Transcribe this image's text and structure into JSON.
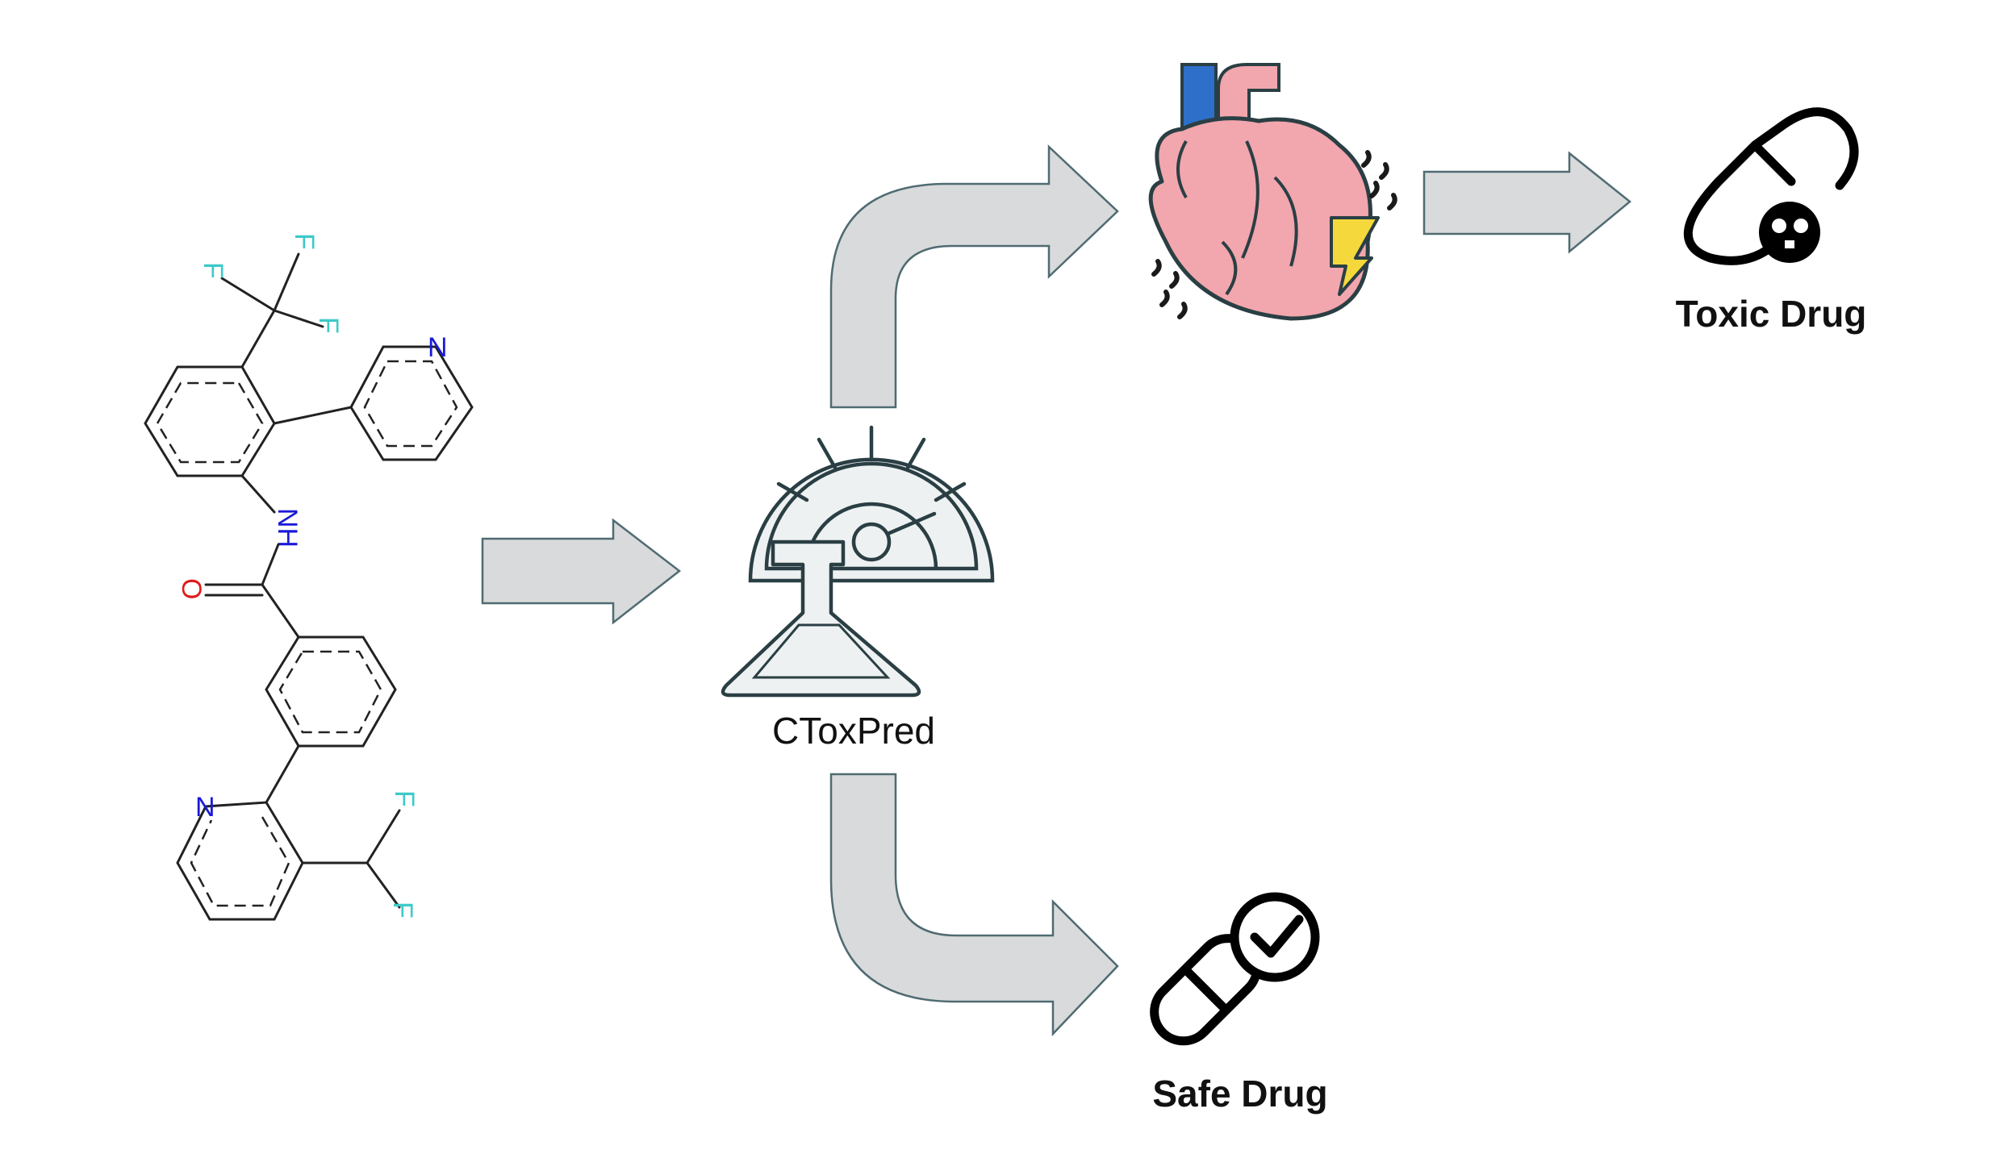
{
  "molecule": {
    "atoms": {
      "f_top_right": "F",
      "f_top_left": "F",
      "f_top_bottom": "F",
      "n_pyridine_top": "N",
      "nh": "NH",
      "o": "O",
      "n_pyridine_bottom": "N",
      "f_bottom_top": "F",
      "f_bottom_bottom": "F"
    },
    "colors": {
      "fluorine": "#3ec9c9",
      "nitrogen": "#1a1ad8",
      "oxygen": "#e01a1a",
      "bond": "#222222"
    }
  },
  "model": {
    "name": "CToxPred",
    "icon": "gauge-flask-icon"
  },
  "outcomes": {
    "toxic": {
      "label": "Toxic Drug",
      "icon": "pill-skull-icon",
      "via_icon": "heart-icon"
    },
    "safe": {
      "label": "Safe Drug",
      "icon": "pill-check-icon"
    }
  },
  "colors": {
    "arrow_fill": "#d9dadb",
    "arrow_stroke": "#4f6b72",
    "heart": "#f2a6ad",
    "artery": "#2e6fc9",
    "bolt": "#f5d83b"
  }
}
